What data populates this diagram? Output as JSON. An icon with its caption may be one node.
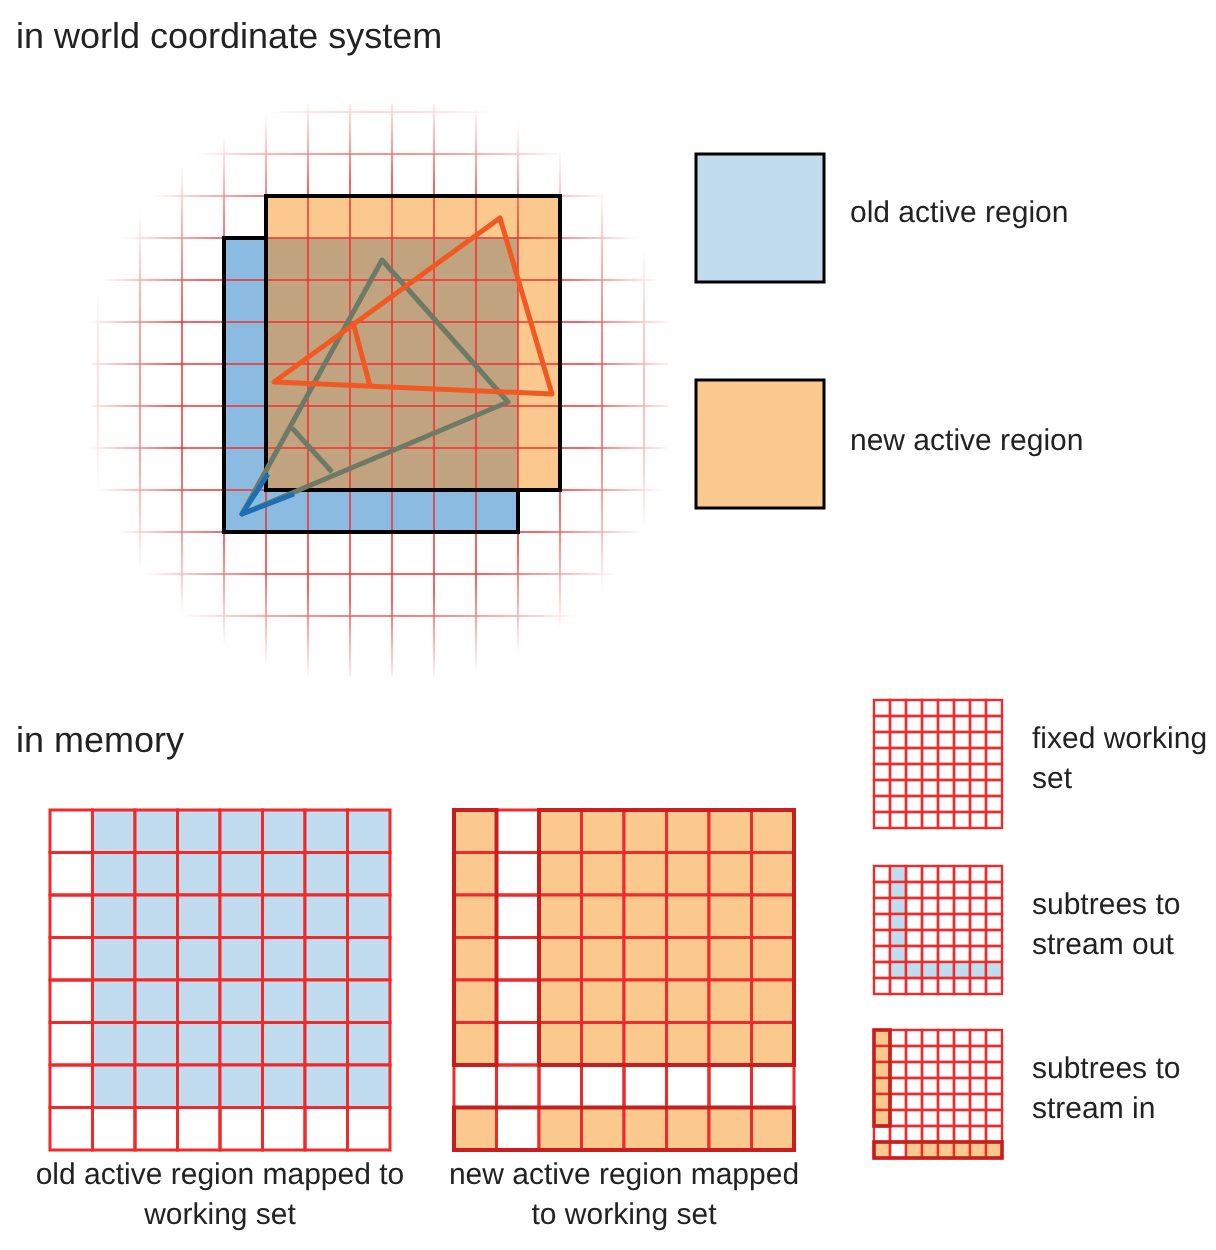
{
  "diagram": {
    "labels": [
      "in world coordinate system",
      "in memory",
      "old active region mapped to working set",
      "new active region mapped to working set"
    ],
    "legend": [
      {
        "text": "old active region",
        "color": "#c0dcee"
      },
      {
        "text": "new active region",
        "color": "#fbc98e"
      },
      {
        "text": "fixed working set"
      },
      {
        "text": "subtrees to stream out"
      },
      {
        "text": "subtrees to stream in"
      }
    ]
  }
}
